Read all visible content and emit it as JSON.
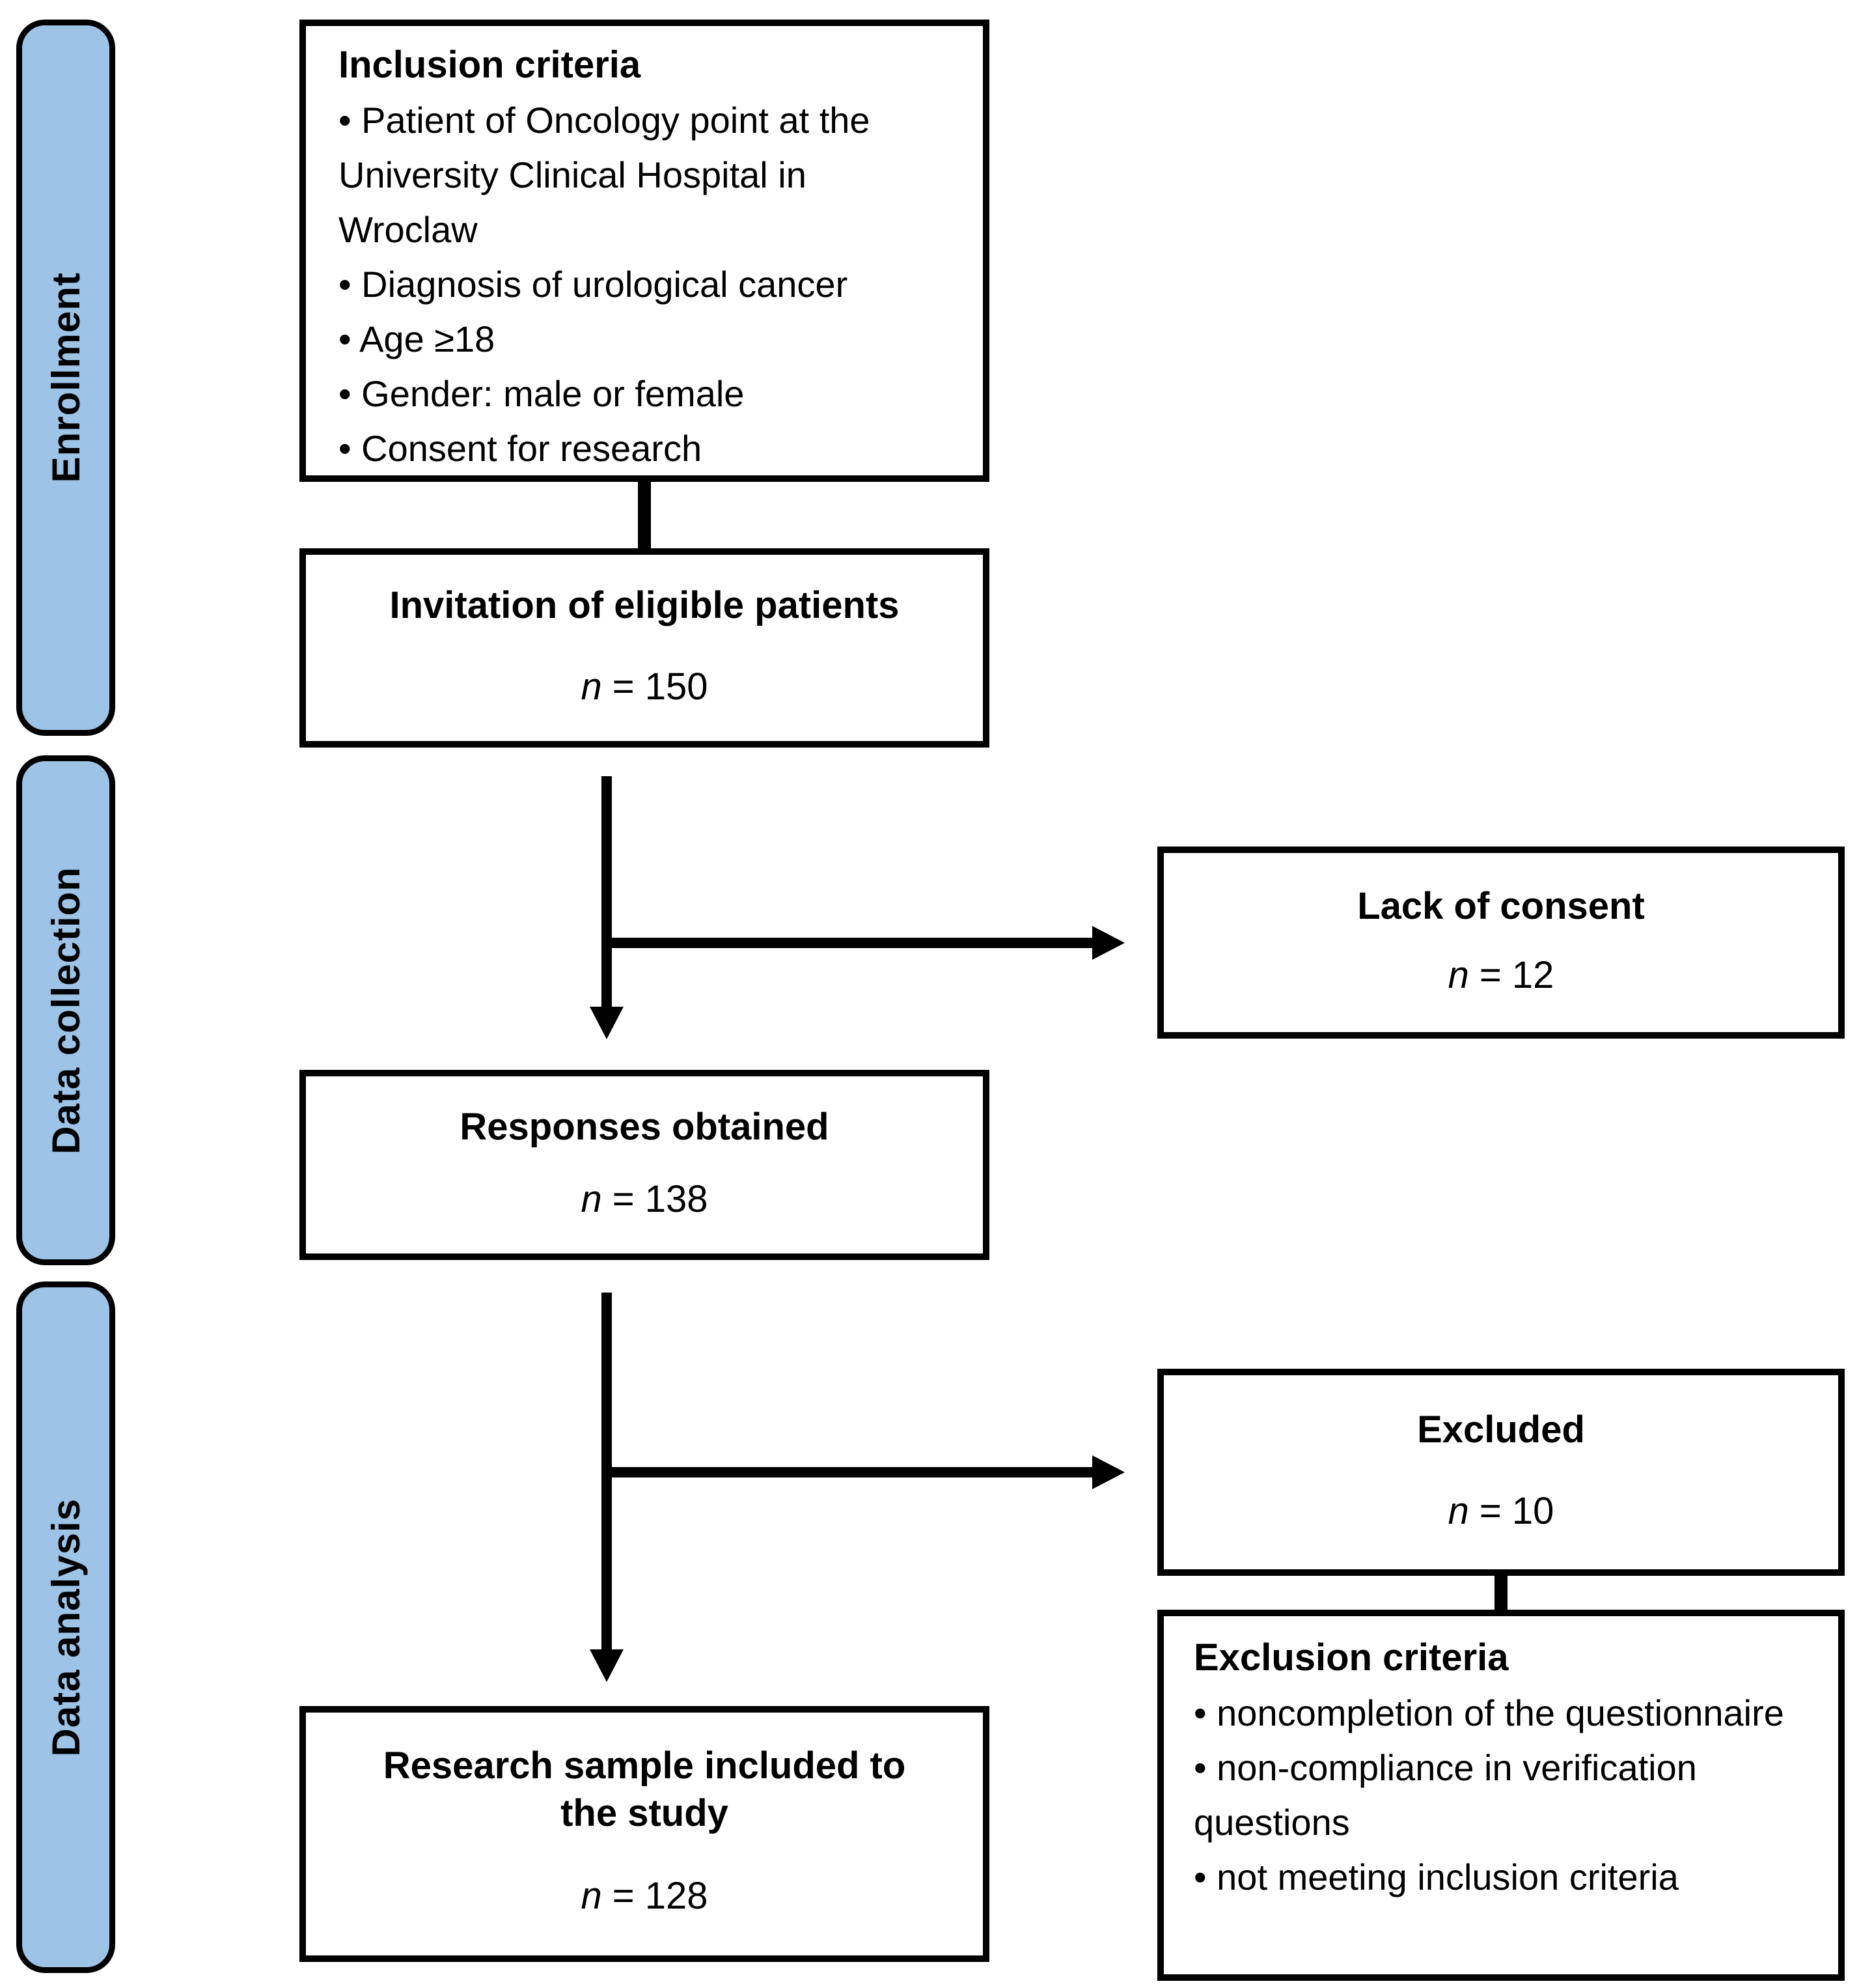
{
  "figure": {
    "background": "#ffffff",
    "line_color": "#000000",
    "stage_fill": "#9dc3e6"
  },
  "stages": [
    {
      "label": "Enrollment"
    },
    {
      "label": "Data collection"
    },
    {
      "label": "Data analysis"
    }
  ],
  "boxes": {
    "inclusion": {
      "title": "Inclusion criteria",
      "bullets": [
        "• Patient of Oncology point at the University Clinical Hospital in Wroclaw",
        "• Diagnosis of urological cancer",
        "• Age ≥18",
        "• Gender: male or female",
        "• Consent for research"
      ]
    },
    "invitation": {
      "title": "Invitation of eligible patients",
      "n_var": "n",
      "n_value": "= 150"
    },
    "lack_of_consent": {
      "title": "Lack of consent",
      "n_var": "n",
      "n_value": "= 12"
    },
    "responses": {
      "title": "Responses obtained",
      "n_var": "n",
      "n_value": "= 138"
    },
    "excluded": {
      "title": "Excluded",
      "n_var": "n",
      "n_value": "= 10"
    },
    "research_sample": {
      "title_lines": [
        "Research sample included to",
        "the study"
      ],
      "n_var": "n",
      "n_value": "= 128"
    },
    "exclusion": {
      "title": "Exclusion criteria",
      "bullets": [
        "• noncompletion of the questionnaire",
        "• non-compliance in verification questions",
        "• not meeting inclusion criteria"
      ]
    }
  }
}
